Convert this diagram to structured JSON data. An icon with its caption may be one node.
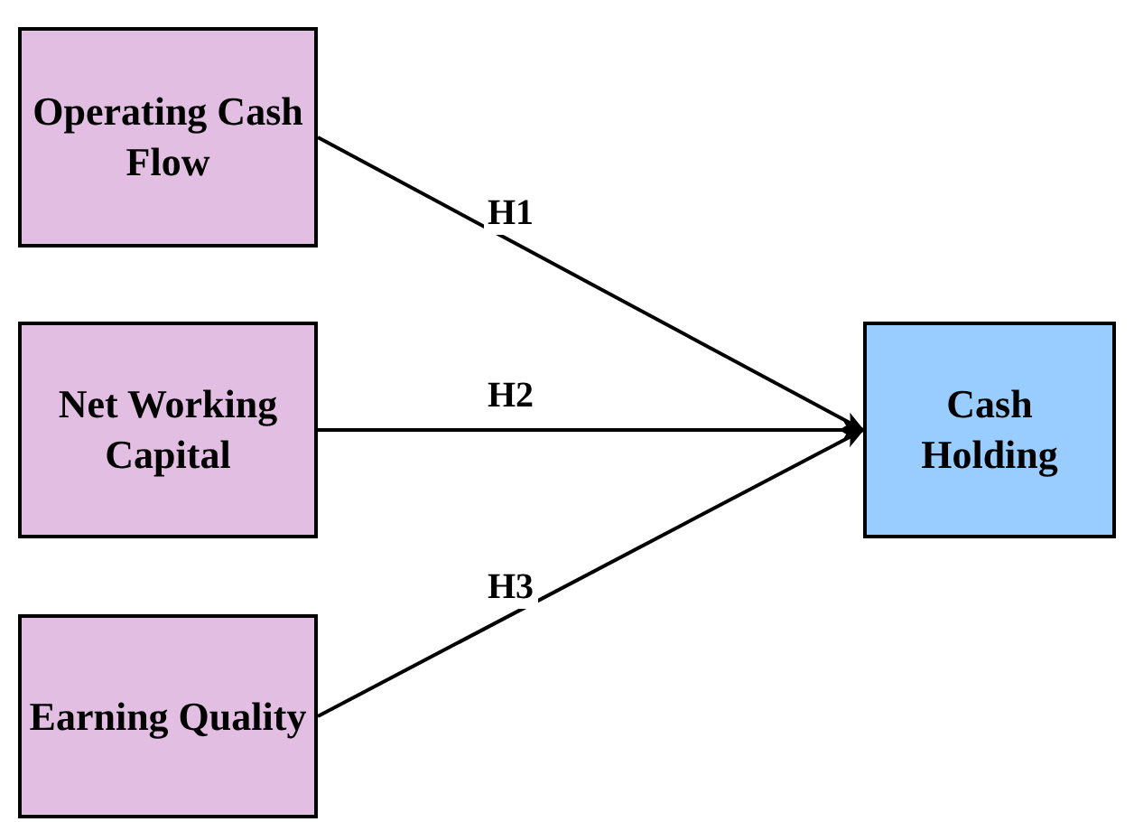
{
  "diagram": {
    "nodes": [
      {
        "text": [
          "Operating Cash Flow"
        ]
      },
      {
        "text": [
          "Net Working Capital"
        ]
      },
      {
        "text": [
          "Earning Quality"
        ]
      },
      {
        "text": [
          "Cash Holding"
        ]
      }
    ],
    "edges": [
      {
        "from": 0,
        "to": 3,
        "arrow": "to",
        "label": "H1"
      },
      {
        "from": 1,
        "to": 3,
        "arrow": "to",
        "label": "H2"
      },
      {
        "from": 2,
        "to": 3,
        "arrow": "to",
        "label": "H3"
      }
    ]
  }
}
